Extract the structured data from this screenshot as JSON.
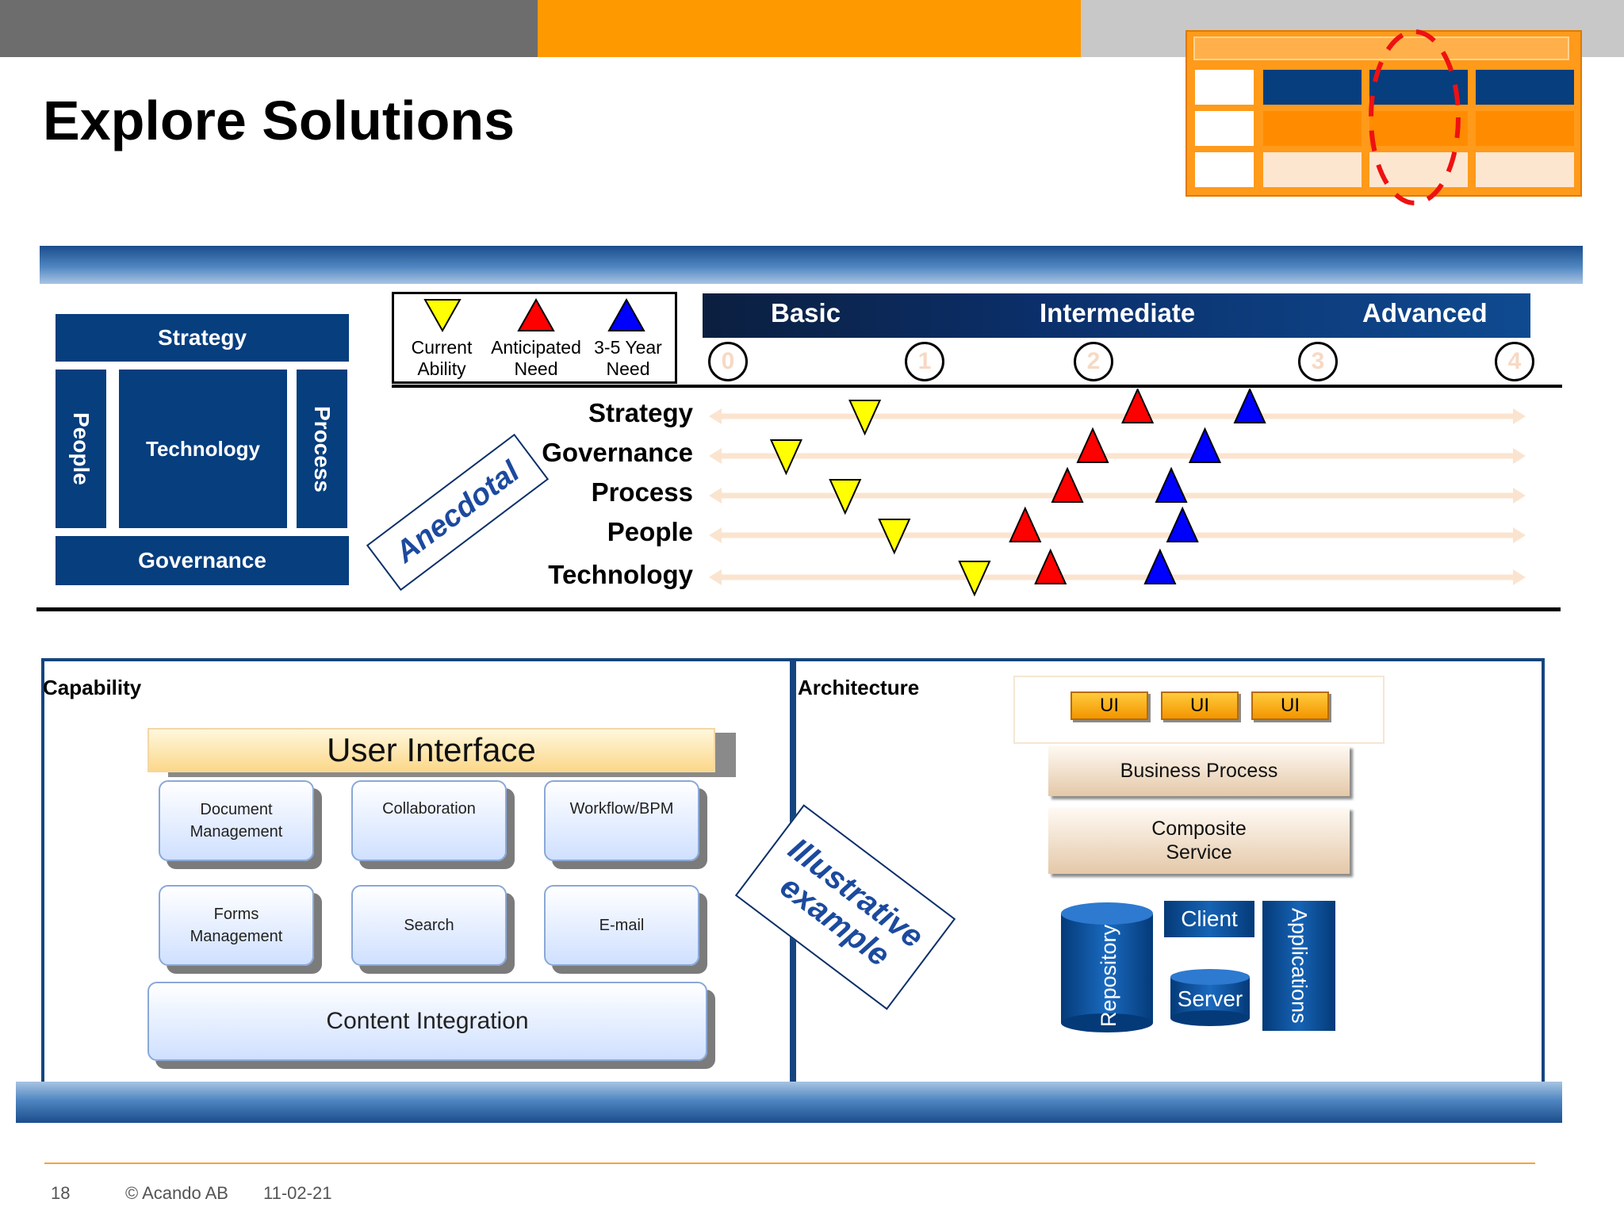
{
  "page": {
    "title": "Explore Solutions"
  },
  "colors": {
    "top_gray": "#6d6d6d",
    "top_orange": "#ff9900",
    "top_light": "#c8c8c8",
    "navy": "#063e7e",
    "orange_rule": "#f7a13b"
  },
  "framework": {
    "strategy": "Strategy",
    "people": "People",
    "technology": "Technology",
    "process": "Process",
    "governance": "Governance"
  },
  "legend": {
    "current": {
      "line1": "Current",
      "line2": "Ability",
      "color": "#ffff00"
    },
    "anticipated": {
      "line1": "Anticipated",
      "line2": "Need",
      "color": "#ff0000"
    },
    "future": {
      "line1": "3-5 Year",
      "line2": "Need",
      "color": "#0000ff"
    }
  },
  "scale": {
    "headers": [
      "Basic",
      "Intermediate",
      "Advanced"
    ],
    "levels": [
      "0",
      "1",
      "2",
      "3",
      "4"
    ]
  },
  "stamps": {
    "anecdotal": "Anecdotal",
    "illustrative_line1": "Illustrative",
    "illustrative_line2": "example"
  },
  "chart_data": {
    "type": "scatter",
    "x_range": [
      0,
      4
    ],
    "categories": [
      "Strategy",
      "Governance",
      "Process",
      "People",
      "Technology"
    ],
    "series": [
      {
        "name": "Current Ability",
        "marker": "triangle-down",
        "color": "#ffff00",
        "values": [
          0.7,
          0.3,
          0.6,
          0.85,
          1.3
        ]
      },
      {
        "name": "Anticipated Need",
        "marker": "triangle-up",
        "color": "#ff0000",
        "values": [
          2.2,
          2.0,
          1.85,
          1.6,
          1.75
        ]
      },
      {
        "name": "3-5 Year Need",
        "marker": "triangle-up",
        "color": "#0000ff",
        "values": [
          2.7,
          2.5,
          2.35,
          2.4,
          2.3
        ]
      }
    ]
  },
  "capability": {
    "title": "Capability",
    "ui": "User Interface",
    "boxes": [
      {
        "line1": "Document",
        "line2": "Management"
      },
      {
        "line1": "Collaboration",
        "line2": ""
      },
      {
        "line1": "Workflow/BPM",
        "line2": ""
      },
      {
        "line1": "Forms",
        "line2": "Management"
      },
      {
        "line1": "Search",
        "line2": ""
      },
      {
        "line1": "E-mail",
        "line2": ""
      }
    ],
    "content_integration": "Content Integration"
  },
  "architecture": {
    "title": "Architecture",
    "ui_buttons": [
      "UI",
      "UI",
      "UI"
    ],
    "business_process": "Business Process",
    "composite_line1": "Composite",
    "composite_line2": "Service",
    "repository": "Repository",
    "client": "Client",
    "server": "Server",
    "applications": "Applications"
  },
  "footer": {
    "page_number": "18",
    "copyright": "© Acando AB",
    "date": "11-02-21"
  }
}
